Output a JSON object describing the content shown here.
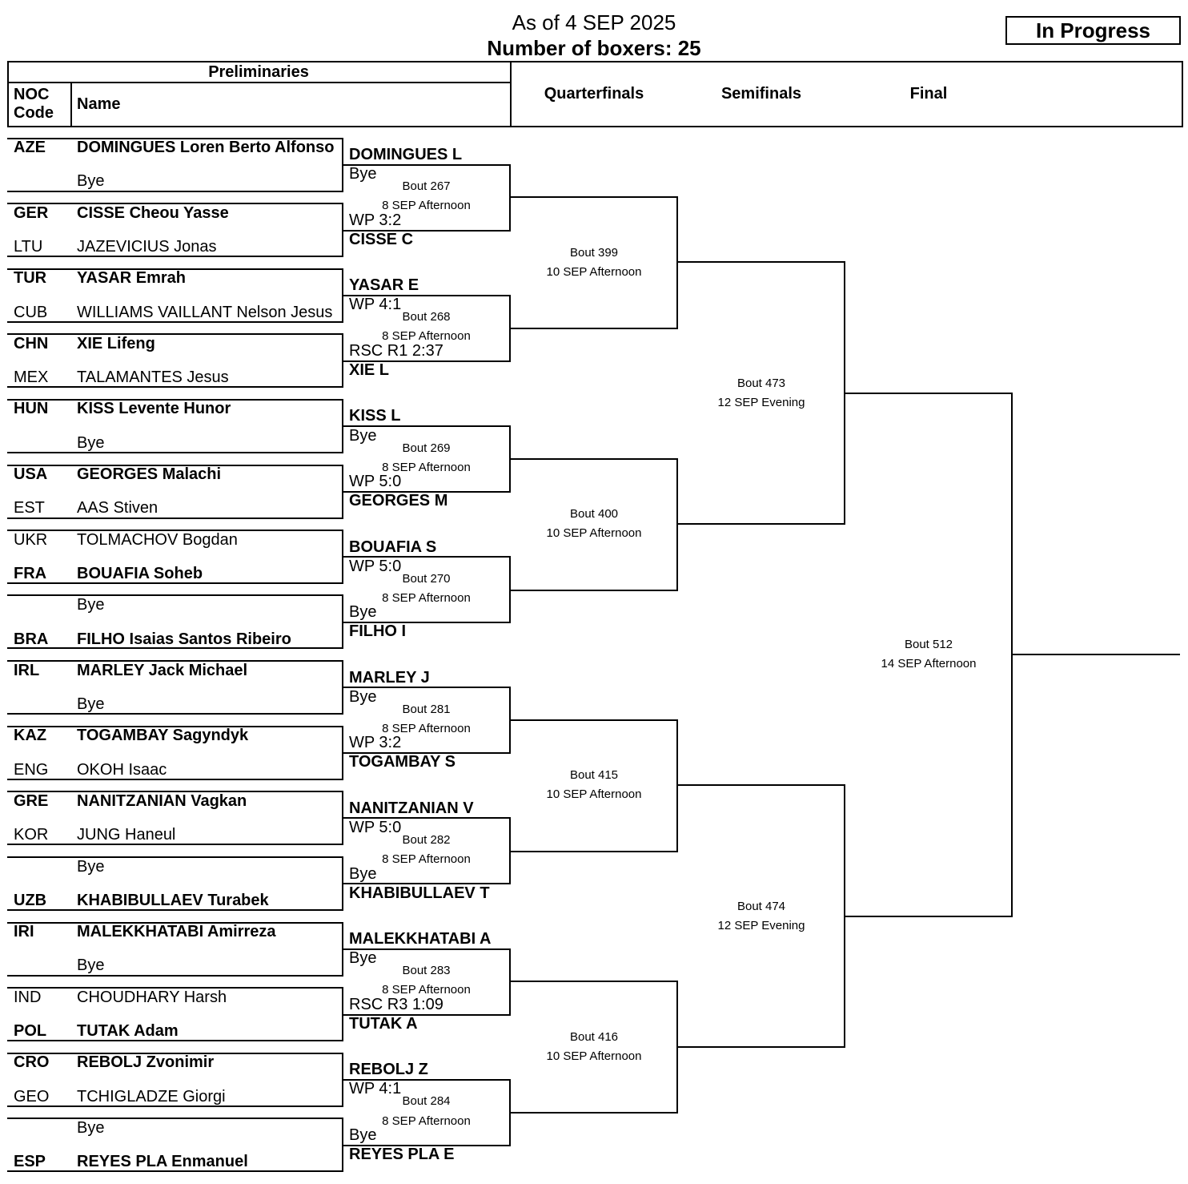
{
  "header": {
    "as_of": "As of 4 SEP 2025",
    "boxer_count": "Number of boxers: 25",
    "status": "In Progress"
  },
  "columns": {
    "preliminaries": "Preliminaries",
    "noc_code_line1": "NOC",
    "noc_code_line2": "Code",
    "name": "Name",
    "quarterfinals": "Quarterfinals",
    "semifinals": "Semifinals",
    "final": "Final"
  },
  "preliminaries": [
    {
      "top": {
        "noc": "AZE",
        "name": "DOMINGUES Loren Berto Alfonso",
        "win": true
      },
      "bottom": {
        "noc": "",
        "name": "Bye",
        "win": false
      }
    },
    {
      "top": {
        "noc": "GER",
        "name": "CISSE Cheou Yasse",
        "win": true
      },
      "bottom": {
        "noc": "LTU",
        "name": "JAZEVICIUS Jonas",
        "win": false
      }
    },
    {
      "top": {
        "noc": "TUR",
        "name": "YASAR Emrah",
        "win": true
      },
      "bottom": {
        "noc": "CUB",
        "name": "WILLIAMS VAILLANT Nelson Jesus",
        "win": false
      }
    },
    {
      "top": {
        "noc": "CHN",
        "name": "XIE Lifeng",
        "win": true
      },
      "bottom": {
        "noc": "MEX",
        "name": "TALAMANTES Jesus",
        "win": false
      }
    },
    {
      "top": {
        "noc": "HUN",
        "name": "KISS Levente Hunor",
        "win": true
      },
      "bottom": {
        "noc": "",
        "name": "Bye",
        "win": false
      }
    },
    {
      "top": {
        "noc": "USA",
        "name": "GEORGES Malachi",
        "win": true
      },
      "bottom": {
        "noc": "EST",
        "name": "AAS Stiven",
        "win": false
      }
    },
    {
      "top": {
        "noc": "UKR",
        "name": "TOLMACHOV Bogdan",
        "win": false
      },
      "bottom": {
        "noc": "FRA",
        "name": "BOUAFIA Soheb",
        "win": true
      }
    },
    {
      "top": {
        "noc": "",
        "name": "Bye",
        "win": false
      },
      "bottom": {
        "noc": "BRA",
        "name": "FILHO Isaias Santos Ribeiro",
        "win": true
      }
    },
    {
      "top": {
        "noc": "IRL",
        "name": "MARLEY Jack Michael",
        "win": true
      },
      "bottom": {
        "noc": "",
        "name": "Bye",
        "win": false
      }
    },
    {
      "top": {
        "noc": "KAZ",
        "name": "TOGAMBAY Sagyndyk",
        "win": true
      },
      "bottom": {
        "noc": "ENG",
        "name": "OKOH Isaac",
        "win": false
      }
    },
    {
      "top": {
        "noc": "GRE",
        "name": "NANITZANIAN Vagkan",
        "win": true
      },
      "bottom": {
        "noc": "KOR",
        "name": "JUNG Haneul",
        "win": false
      }
    },
    {
      "top": {
        "noc": "",
        "name": "Bye",
        "win": false
      },
      "bottom": {
        "noc": "UZB",
        "name": "KHABIBULLAEV Turabek",
        "win": true
      }
    },
    {
      "top": {
        "noc": "IRI",
        "name": "MALEKKHATABI Amirreza",
        "win": true
      },
      "bottom": {
        "noc": "",
        "name": "Bye",
        "win": false
      }
    },
    {
      "top": {
        "noc": "IND",
        "name": "CHOUDHARY Harsh",
        "win": false
      },
      "bottom": {
        "noc": "POL",
        "name": "TUTAK Adam",
        "win": true
      }
    },
    {
      "top": {
        "noc": "CRO",
        "name": "REBOLJ Zvonimir",
        "win": true
      },
      "bottom": {
        "noc": "GEO",
        "name": "TCHIGLADZE Giorgi",
        "win": false
      }
    },
    {
      "top": {
        "noc": "",
        "name": "Bye",
        "win": false
      },
      "bottom": {
        "noc": "ESP",
        "name": "REYES PLA Enmanuel",
        "win": true
      }
    }
  ],
  "round_of_16": [
    {
      "top_winner": "DOMINGUES L",
      "top_result": "Bye",
      "bout": "Bout  267",
      "when": "8 SEP Afternoon",
      "bottom_result": "WP 3:2",
      "bottom_winner": "CISSE C"
    },
    {
      "top_winner": "YASAR E",
      "top_result": "WP 4:1",
      "bout": "Bout  268",
      "when": "8 SEP Afternoon",
      "bottom_result": "RSC R1 2:37",
      "bottom_winner": "XIE L"
    },
    {
      "top_winner": "KISS L",
      "top_result": "Bye",
      "bout": "Bout  269",
      "when": "8 SEP Afternoon",
      "bottom_result": "WP 5:0",
      "bottom_winner": "GEORGES M"
    },
    {
      "top_winner": "BOUAFIA S",
      "top_result": "WP 5:0",
      "bout": "Bout  270",
      "when": "8 SEP Afternoon",
      "bottom_result": "Bye",
      "bottom_winner": "FILHO I"
    },
    {
      "top_winner": "MARLEY J",
      "top_result": "Bye",
      "bout": "Bout  281",
      "when": "8 SEP Afternoon",
      "bottom_result": "WP 3:2",
      "bottom_winner": "TOGAMBAY S"
    },
    {
      "top_winner": "NANITZANIAN V",
      "top_result": "WP 5:0",
      "bout": "Bout  282",
      "when": "8 SEP Afternoon",
      "bottom_result": "Bye",
      "bottom_winner": "KHABIBULLAEV T"
    },
    {
      "top_winner": "MALEKKHATABI A",
      "top_result": "Bye",
      "bout": "Bout  283",
      "when": "8 SEP Afternoon",
      "bottom_result": "RSC R3 1:09",
      "bottom_winner": "TUTAK A"
    },
    {
      "top_winner": "REBOLJ Z",
      "top_result": "WP 4:1",
      "bout": "Bout  284",
      "when": "8 SEP Afternoon",
      "bottom_result": "Bye",
      "bottom_winner": "REYES PLA E"
    }
  ],
  "quarterfinals": [
    {
      "bout": "Bout  399",
      "when": "10 SEP Afternoon"
    },
    {
      "bout": "Bout  400",
      "when": "10 SEP Afternoon"
    },
    {
      "bout": "Bout  415",
      "when": "10 SEP Afternoon"
    },
    {
      "bout": "Bout  416",
      "when": "10 SEP Afternoon"
    }
  ],
  "semifinals": [
    {
      "bout": "Bout  473",
      "when": "12 SEP Evening"
    },
    {
      "bout": "Bout  474",
      "when": "12 SEP Evening"
    }
  ],
  "final": {
    "bout": "Bout  512",
    "when": "14 SEP Afternoon"
  }
}
